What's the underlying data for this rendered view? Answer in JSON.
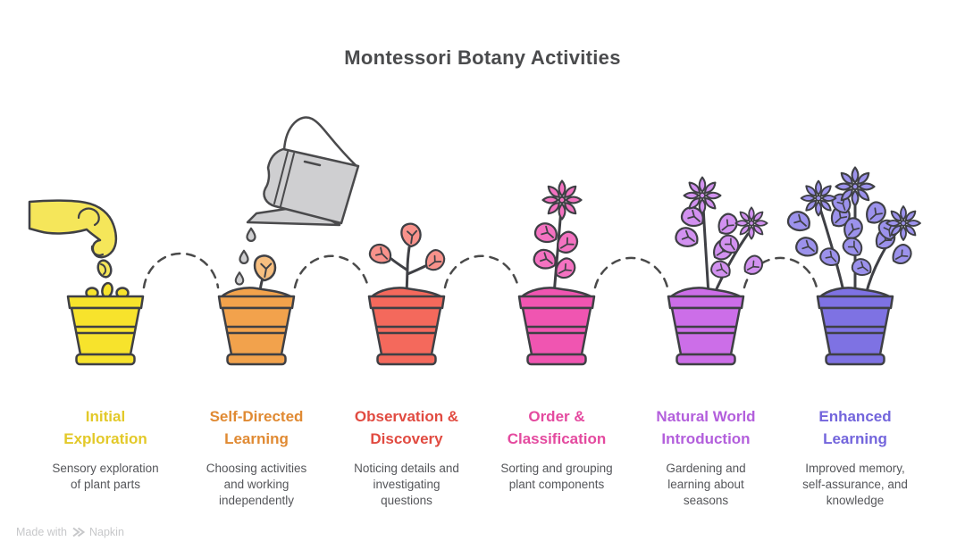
{
  "title": "Montessori Botany Activities",
  "watermark": {
    "prefix": "Made with",
    "brand": "Napkin"
  },
  "colors": {
    "outline": "#3F4045",
    "arc": "#4A4A4A",
    "title_text": "#4A4B4D",
    "body_text": "#55565A",
    "watermark_text": "#C7C8CA",
    "watering_can": "#CFCFD1",
    "hand": "#F5E65A"
  },
  "stages": [
    {
      "heading_lines": [
        "Initial",
        "Exploration"
      ],
      "heading_color": "#E3C929",
      "desc_lines": [
        "Sensory exploration",
        "of plant parts"
      ],
      "pot_color": "#F7E32C",
      "plant_color": "#F7E32C",
      "illustration": "hand-dropping-seeds-into-pot"
    },
    {
      "heading_lines": [
        "Self-Directed",
        "Learning"
      ],
      "heading_color": "#E08A33",
      "desc_lines": [
        "Choosing activities",
        "and working",
        "independently"
      ],
      "pot_color": "#F2A24C",
      "plant_color": "#F7BF80",
      "illustration": "watering-can-over-sprout"
    },
    {
      "heading_lines": [
        "Observation &",
        "Discovery"
      ],
      "heading_color": "#E14B41",
      "desc_lines": [
        "Noticing details and",
        "investigating",
        "questions"
      ],
      "pot_color": "#F4695C",
      "plant_color": "#F8928B",
      "illustration": "seedling-with-three-leaves"
    },
    {
      "heading_lines": [
        "Order &",
        "Classification"
      ],
      "heading_color": "#E44A9F",
      "desc_lines": [
        "Sorting and grouping",
        "plant components"
      ],
      "pot_color": "#F055B1",
      "plant_color": "#F472C1",
      "illustration": "tall-plant-with-flower"
    },
    {
      "heading_lines": [
        "Natural World",
        "Introduction"
      ],
      "heading_color": "#B35FDC",
      "desc_lines": [
        "Gardening and",
        "learning about",
        "seasons"
      ],
      "pot_color": "#CC6EE8",
      "plant_color": "#D291F0",
      "illustration": "two-flowering-stems"
    },
    {
      "heading_lines": [
        "Enhanced",
        "Learning"
      ],
      "heading_color": "#7365DC",
      "desc_lines": [
        "Improved memory,",
        "self-assurance, and",
        "knowledge"
      ],
      "pot_color": "#7E72E3",
      "plant_color": "#9C92EC",
      "illustration": "three-flowering-stems"
    }
  ]
}
